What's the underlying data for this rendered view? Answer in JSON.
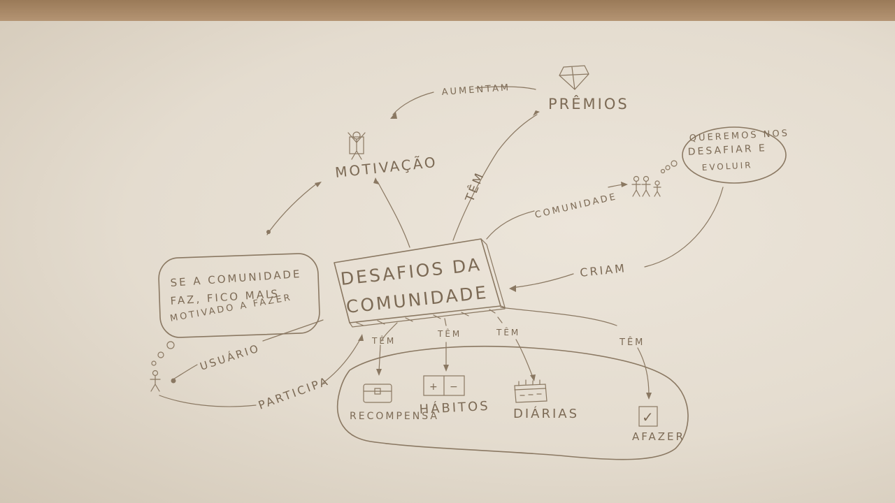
{
  "nodes": {
    "center_line1": "DESAFIOS DA",
    "center_line2": "COMUNIDADE",
    "motivacao": "MOTIVAÇÃO",
    "premios": "PRÊMIOS",
    "recompensas": "RECOMPENSA",
    "habitos": "HÁBITOS",
    "diarias": "DIÁRIAS",
    "afazer": "AFAZER"
  },
  "thoughts": {
    "left": [
      "SE A COMUNIDADE",
      "FAZ, FICO MAIS",
      "MOTIVADO A FAZER"
    ],
    "right": [
      "QUEREMOS NOS",
      "DESAFIAR E",
      "EVOLUIR"
    ]
  },
  "edges": {
    "aumentam": "AUMENTAM",
    "tem_premios": "TÊM",
    "comunidade": "COMUNIDADE",
    "criam": "CRIAM",
    "usuario": "USUÁRIO",
    "participa": "PARTICIPA",
    "tem1": "TÊM",
    "tem2": "TÊM",
    "tem3": "TÊM",
    "tem4": "TÊM"
  },
  "icons": {
    "checkbox_mark": "✓",
    "habit_plus": "+",
    "habit_minus": "−"
  }
}
